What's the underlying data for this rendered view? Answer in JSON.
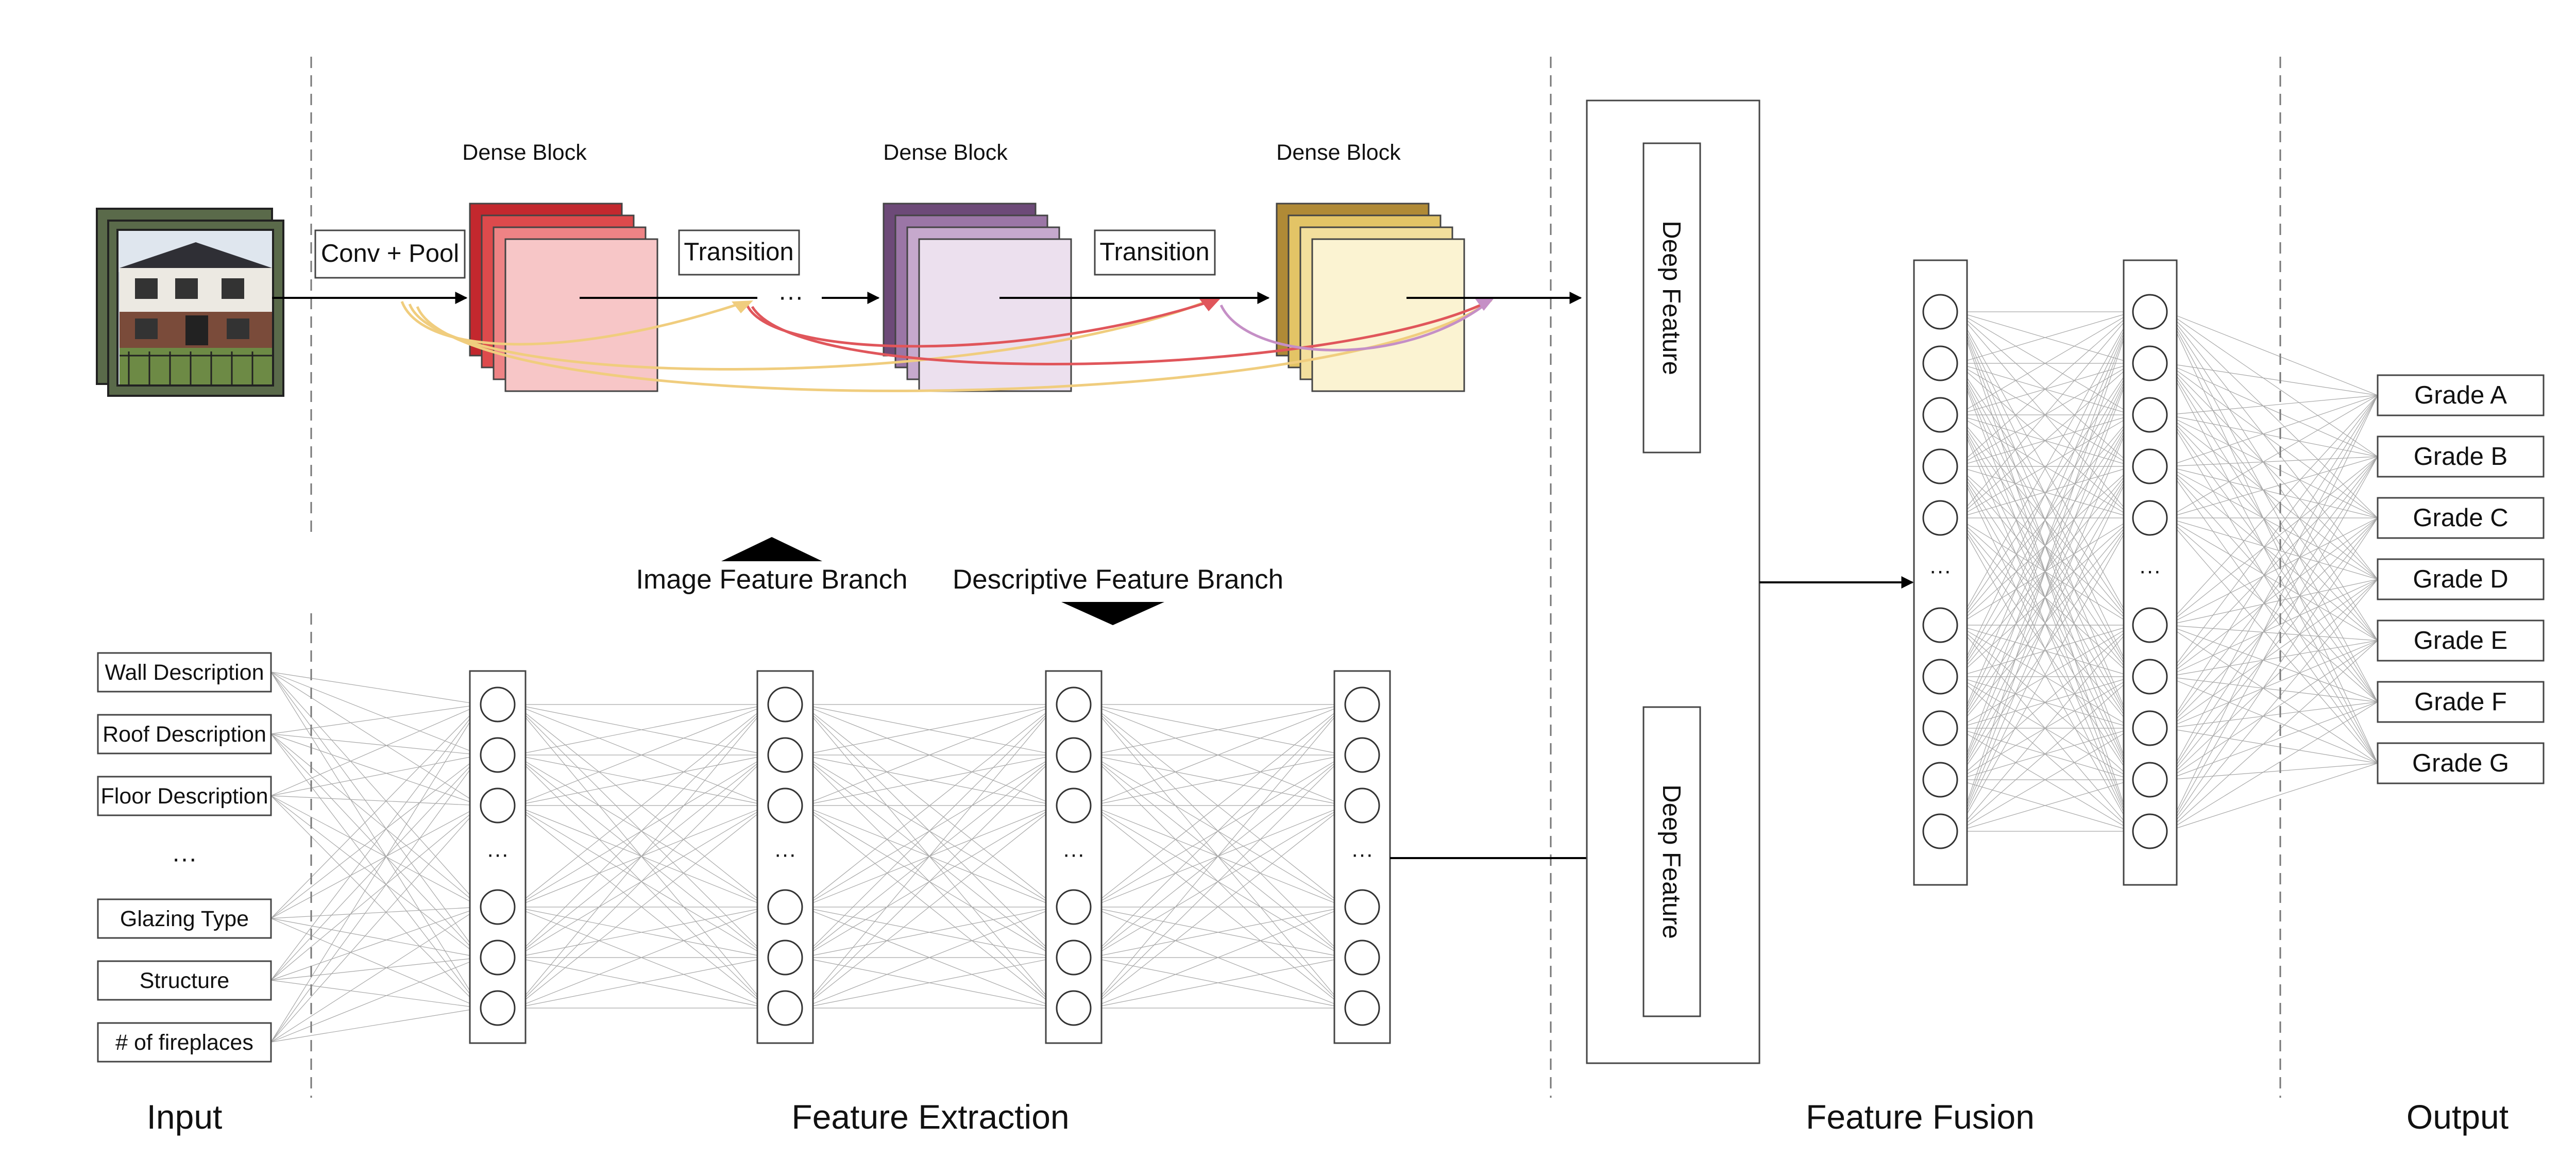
{
  "sections": {
    "input": "Input",
    "feature_extraction": "Feature Extraction",
    "feature_fusion": "Feature Fusion",
    "output": "Output"
  },
  "image_branch": {
    "conv_pool": "Conv + Pool",
    "transition_1": "Transition",
    "transition_2": "Transition",
    "dense_block_1": "Dense Block",
    "dense_block_2": "Dense Block",
    "dense_block_3": "Dense Block",
    "ellipsis": "···",
    "colors": {
      "block1": [
        "#c3282e",
        "#dd4a4c",
        "#ee8385",
        "#f7c6c7"
      ],
      "block2": [
        "#6d4a78",
        "#9b76a6",
        "#c6a9cd",
        "#ece0ee"
      ],
      "block3": [
        "#b08a36",
        "#e3c466",
        "#f3df9d",
        "#fbf3d2"
      ],
      "skip_yellow": "#f0cd7e",
      "skip_red": "#e0565b",
      "skip_purple": "#c58fc6"
    }
  },
  "branch_labels": {
    "image": "Image Feature Branch",
    "descriptive": "Descriptive Feature Branch"
  },
  "input_features": {
    "items": [
      "Wall Description",
      "Roof Description",
      "Floor Description",
      "Glazing Type",
      "Structure",
      "# of fireplaces"
    ],
    "ellipsis": "···"
  },
  "fusion": {
    "deep_feature_1": "Deep Feature",
    "deep_feature_2": "Deep Feature",
    "ellipsis": "···"
  },
  "outputs": [
    "Grade A",
    "Grade B",
    "Grade C",
    "Grade D",
    "Grade E",
    "Grade F",
    "Grade G"
  ]
}
